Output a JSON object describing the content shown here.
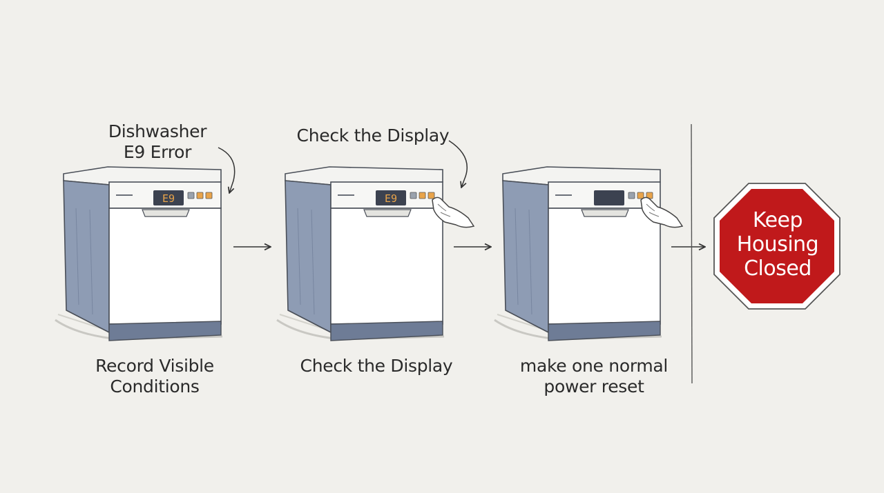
{
  "steps": [
    {
      "callout_line1": "Dishwasher",
      "callout_line2": "E9 Error",
      "label_line1": "Record Visible",
      "label_line2": "Conditions",
      "display_text": "E9"
    },
    {
      "callout": "Check the Display",
      "label": "Check the Display",
      "display_text": "E9"
    },
    {
      "label_line1": "make one normal",
      "label_line2": "power reset",
      "display_text": ""
    }
  ],
  "stop_sign": {
    "line1": "Keep",
    "line2": "Housing",
    "line3": "Closed",
    "color": "#c0191b"
  },
  "colors": {
    "background": "#f1f0ec",
    "cabinet_side": "#8e9cb4",
    "cabinet_front": "#ffffff",
    "display": "#3c4250",
    "button_orange": "#e9a44a",
    "button_gray": "#9aa2ad",
    "text": "#2a2a2a"
  }
}
